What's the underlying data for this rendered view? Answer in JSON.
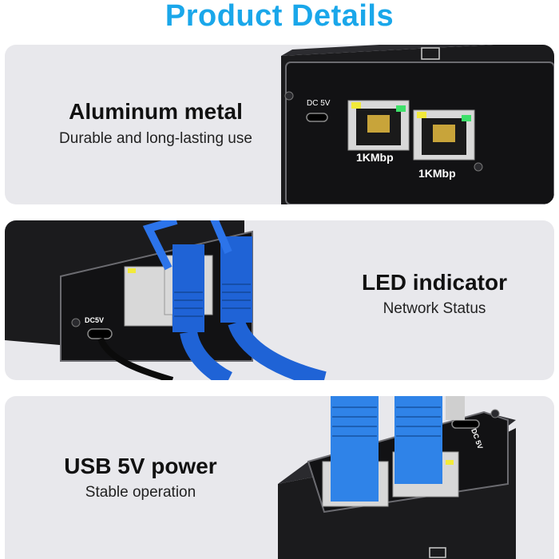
{
  "page": {
    "title": "Product Details"
  },
  "features": [
    {
      "headline": "Aluminum metal",
      "description": "Durable and long-lasting use"
    },
    {
      "headline": "LED indicator",
      "description": "Network Status"
    },
    {
      "headline": "USB 5V power",
      "description": "Stable operation"
    }
  ],
  "device_labels": {
    "power_port_top": "DC 5V",
    "port_1_speed": "1KMbp",
    "port_2_speed": "1KMbp",
    "power_port_mid": "DC5V",
    "power_port_bottom": "DC 5V"
  },
  "colors": {
    "title": "#1aa7ea",
    "panel_bg": "#e8e8ec",
    "device_body": "#1b1b1d",
    "cable": "#1f63d6",
    "led_yellow": "#f2ea3a",
    "led_green": "#3ee06a"
  }
}
